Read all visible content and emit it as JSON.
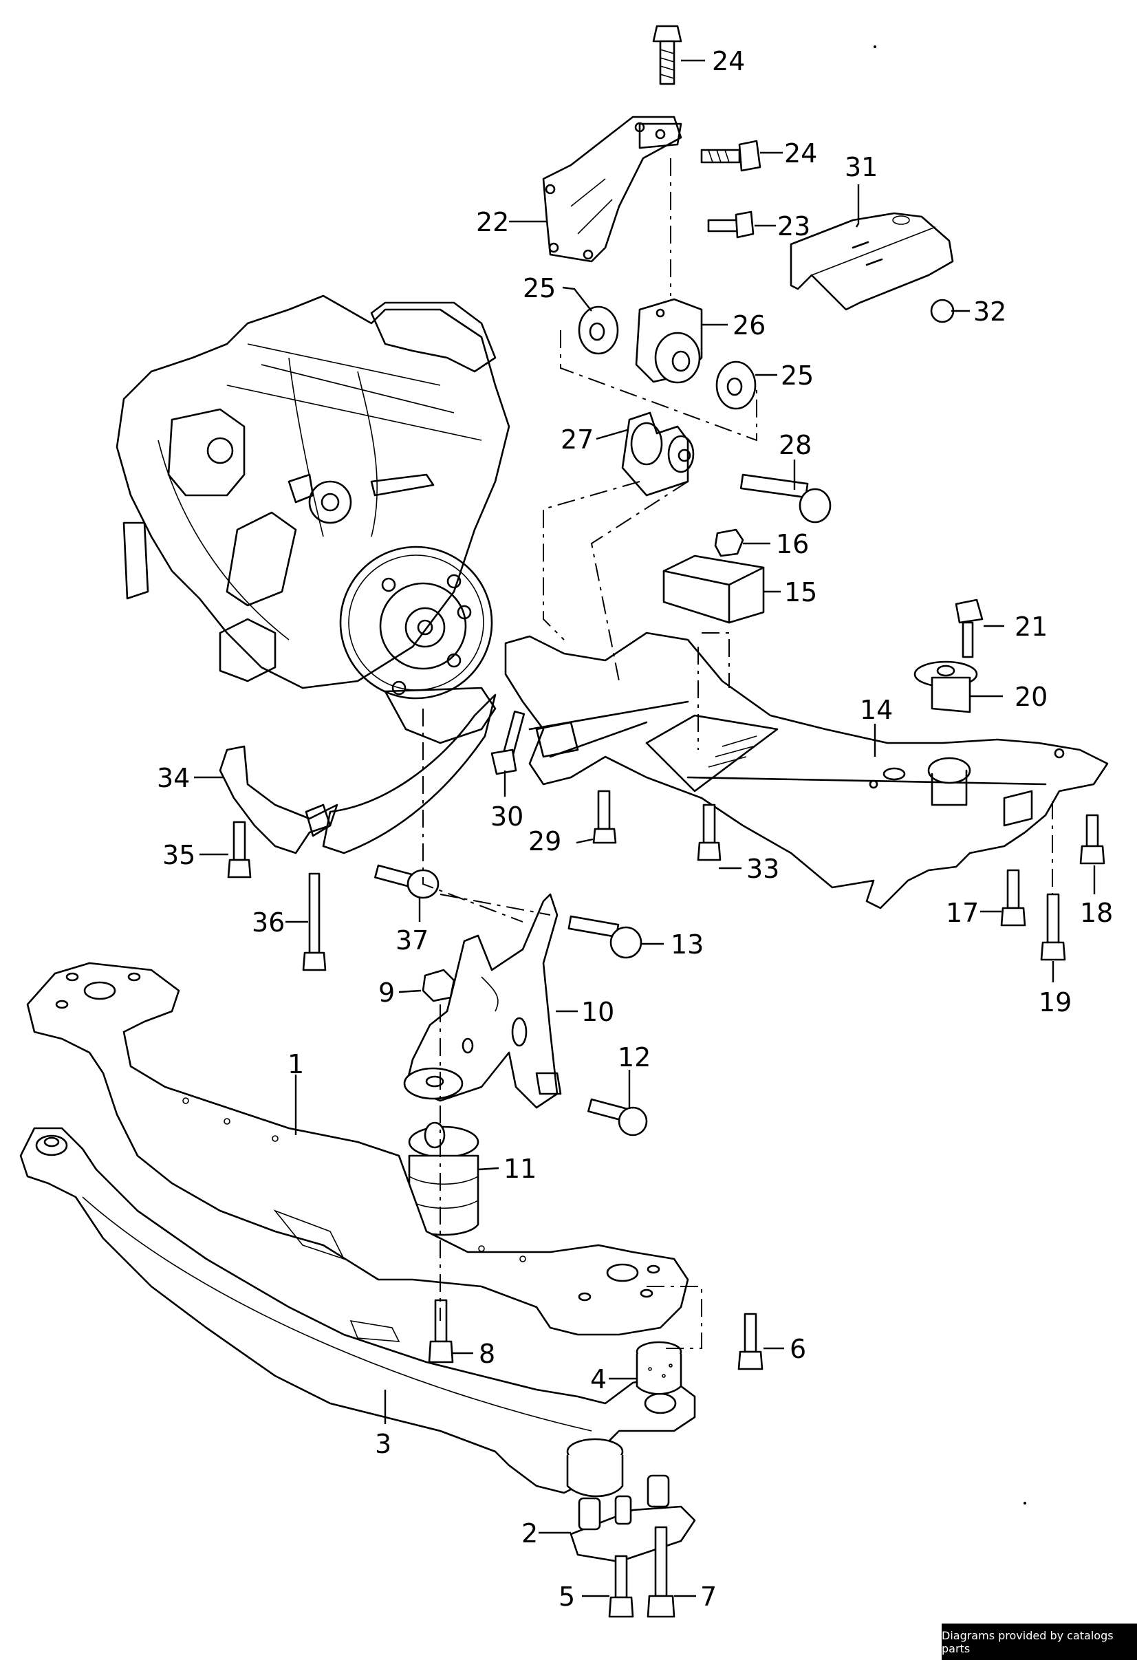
{
  "callouts": [
    {
      "id": "c1",
      "label": "1"
    },
    {
      "id": "c2",
      "label": "2"
    },
    {
      "id": "c3",
      "label": "3"
    },
    {
      "id": "c4",
      "label": "4"
    },
    {
      "id": "c5",
      "label": "5"
    },
    {
      "id": "c6",
      "label": "6"
    },
    {
      "id": "c7",
      "label": "7"
    },
    {
      "id": "c8",
      "label": "8"
    },
    {
      "id": "c9",
      "label": "9"
    },
    {
      "id": "c10",
      "label": "10"
    },
    {
      "id": "c11",
      "label": "11"
    },
    {
      "id": "c12",
      "label": "12"
    },
    {
      "id": "c13",
      "label": "13"
    },
    {
      "id": "c14",
      "label": "14"
    },
    {
      "id": "c15",
      "label": "15"
    },
    {
      "id": "c16",
      "label": "16"
    },
    {
      "id": "c17",
      "label": "17"
    },
    {
      "id": "c18",
      "label": "18"
    },
    {
      "id": "c19",
      "label": "19"
    },
    {
      "id": "c20",
      "label": "20"
    },
    {
      "id": "c21",
      "label": "21"
    },
    {
      "id": "c22",
      "label": "22"
    },
    {
      "id": "c23",
      "label": "23"
    },
    {
      "id": "c24a",
      "label": "24"
    },
    {
      "id": "c24b",
      "label": "24"
    },
    {
      "id": "c25a",
      "label": "25"
    },
    {
      "id": "c25b",
      "label": "25"
    },
    {
      "id": "c26",
      "label": "26"
    },
    {
      "id": "c27",
      "label": "27"
    },
    {
      "id": "c28",
      "label": "28"
    },
    {
      "id": "c29",
      "label": "29"
    },
    {
      "id": "c30",
      "label": "30"
    },
    {
      "id": "c31",
      "label": "31"
    },
    {
      "id": "c32",
      "label": "32"
    },
    {
      "id": "c33",
      "label": "33"
    },
    {
      "id": "c34",
      "label": "34"
    },
    {
      "id": "c35",
      "label": "35"
    },
    {
      "id": "c36",
      "label": "36"
    },
    {
      "id": "c37",
      "label": "37"
    }
  ],
  "footer": {
    "text": "Diagrams provided by catalogs parts"
  }
}
